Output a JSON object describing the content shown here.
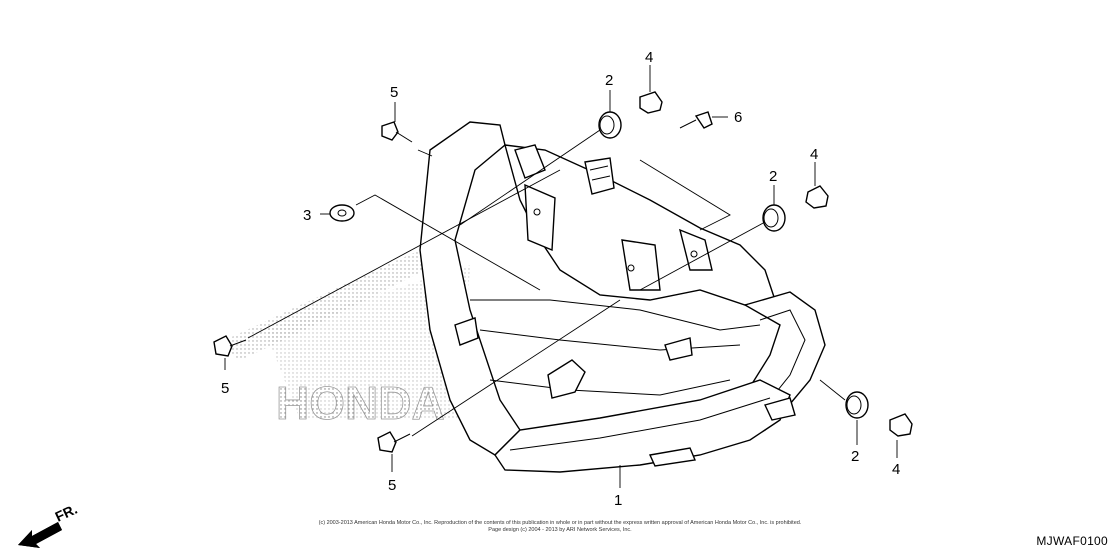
{
  "diagram": {
    "callouts": [
      {
        "id": "c1",
        "label": "1"
      },
      {
        "id": "c2a",
        "label": "2"
      },
      {
        "id": "c2b",
        "label": "2"
      },
      {
        "id": "c2c",
        "label": "2"
      },
      {
        "id": "c3",
        "label": "3"
      },
      {
        "id": "c4a",
        "label": "4"
      },
      {
        "id": "c4b",
        "label": "4"
      },
      {
        "id": "c4c",
        "label": "4"
      },
      {
        "id": "c5a",
        "label": "5"
      },
      {
        "id": "c5b",
        "label": "5"
      },
      {
        "id": "c5c",
        "label": "5"
      },
      {
        "id": "c6",
        "label": "6"
      }
    ],
    "watermark": "HONDA",
    "direction_label": "FR.",
    "copyright_line1": "(c) 2003-2013 American Honda Motor Co., Inc. Reproduction of the contents of this publication in whole or in part without the express written approval of American Honda Motor Co., Inc. is prohibited.",
    "copyright_line2": "Page design (c) 2004 - 2013 by ARI Network Services, Inc.",
    "figure_code": "MJWAF0100"
  }
}
